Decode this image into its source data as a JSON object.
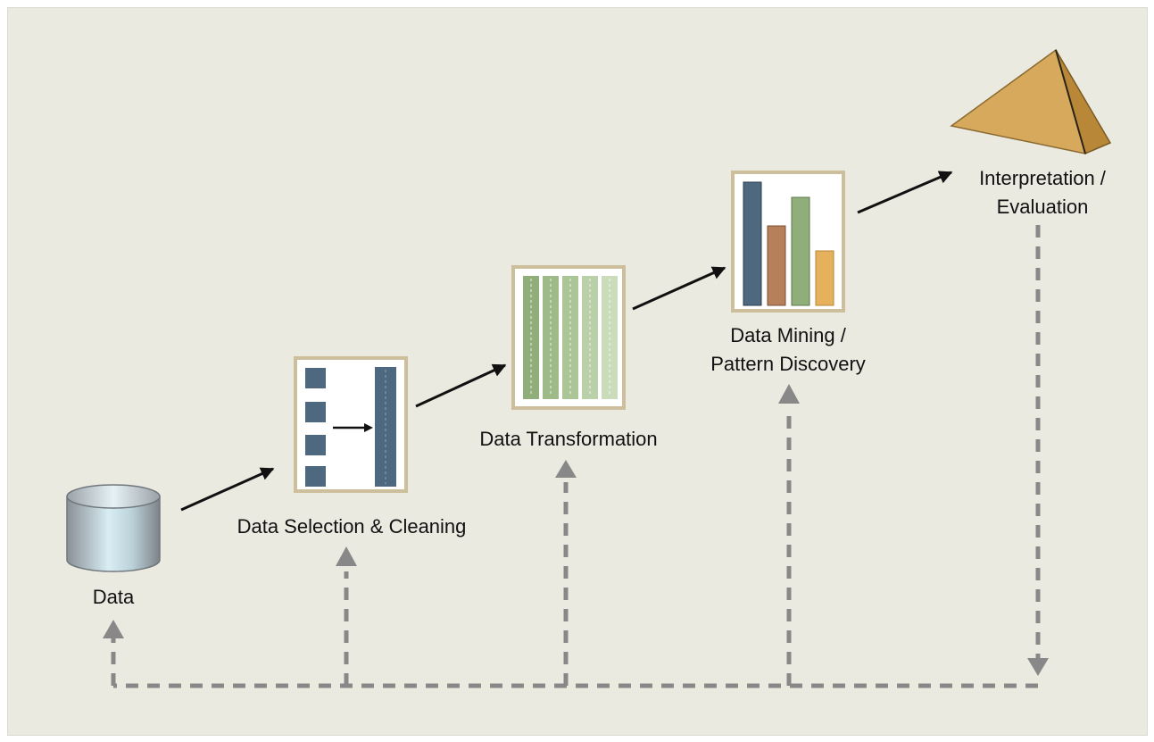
{
  "stages": [
    {
      "id": "data",
      "lines": [
        "Data"
      ]
    },
    {
      "id": "selection",
      "lines": [
        "Data Selection & Cleaning"
      ]
    },
    {
      "id": "transformation",
      "lines": [
        "Data Transformation"
      ]
    },
    {
      "id": "mining",
      "lines": [
        "Data Mining /",
        "Pattern Discovery"
      ]
    },
    {
      "id": "interpretation",
      "lines": [
        "Interpretation /",
        "Evaluation"
      ]
    }
  ],
  "colors": {
    "background": "#ebeae0",
    "card_border": "#cdbf9c",
    "slate": "#4e6880",
    "green": "#8fae7a",
    "rust": "#b6805a",
    "gold": "#e6b15c",
    "flow_arrow": "#111111",
    "feedback_arrow": "#888888"
  },
  "icons": {
    "data": "database-cylinder-icon",
    "selection": "selection-cleaning-icon",
    "transformation": "transformation-columns-icon",
    "mining": "bar-chart-icon",
    "interpretation": "pyramid-knowledge-icon"
  }
}
